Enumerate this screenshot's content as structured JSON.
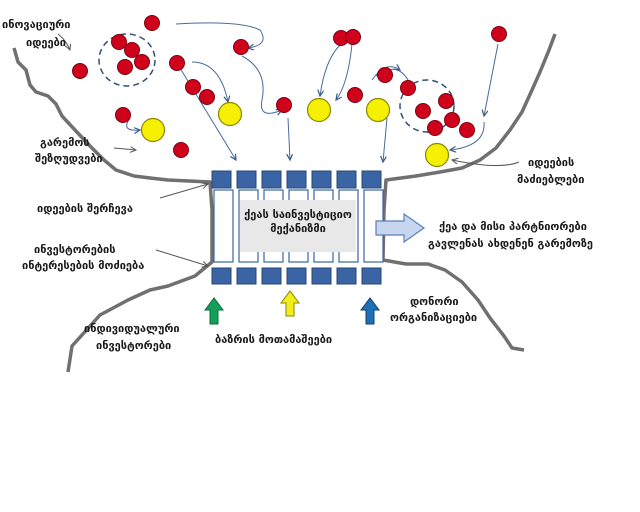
{
  "labels": {
    "innovative_ideas": [
      "ინოვაციური",
      "იდეები"
    ],
    "environment_constraints": [
      "გარემოს",
      "შეზღუდვები"
    ],
    "idea_selection": "იდეების შერჩევა",
    "investor_interests": [
      "ინვესტორების",
      "ინტერესების მოძიება"
    ],
    "individual_investors": [
      "ინდივიდუალური",
      "ინვესტორები"
    ],
    "market_demands": "ბაზრის მოთამაშეები",
    "donor_organizations": [
      "დონორი",
      "ორგანიზაციები"
    ],
    "idea_sources": [
      "იდეების",
      "მაძიებლები"
    ],
    "fund_mechanism": [
      "ქეას საინვესტიციო",
      "მექანიზმი"
    ],
    "partner_output": [
      "ქეა და მისი პარტნიორები",
      "გავლენას ახდენენ გარემოზე"
    ]
  },
  "colors": {
    "idea_red": "#d0021b",
    "idea_yellow": "#f5f000",
    "mechanism_blue": "#3a64a4",
    "boundary_grey": "#6e6e6e",
    "arrow_green": "#14a05a",
    "arrow_yellow": "#f2ee1c",
    "arrow_blue": "#1f6fb5",
    "output_arrow": "#c5d6ee"
  }
}
